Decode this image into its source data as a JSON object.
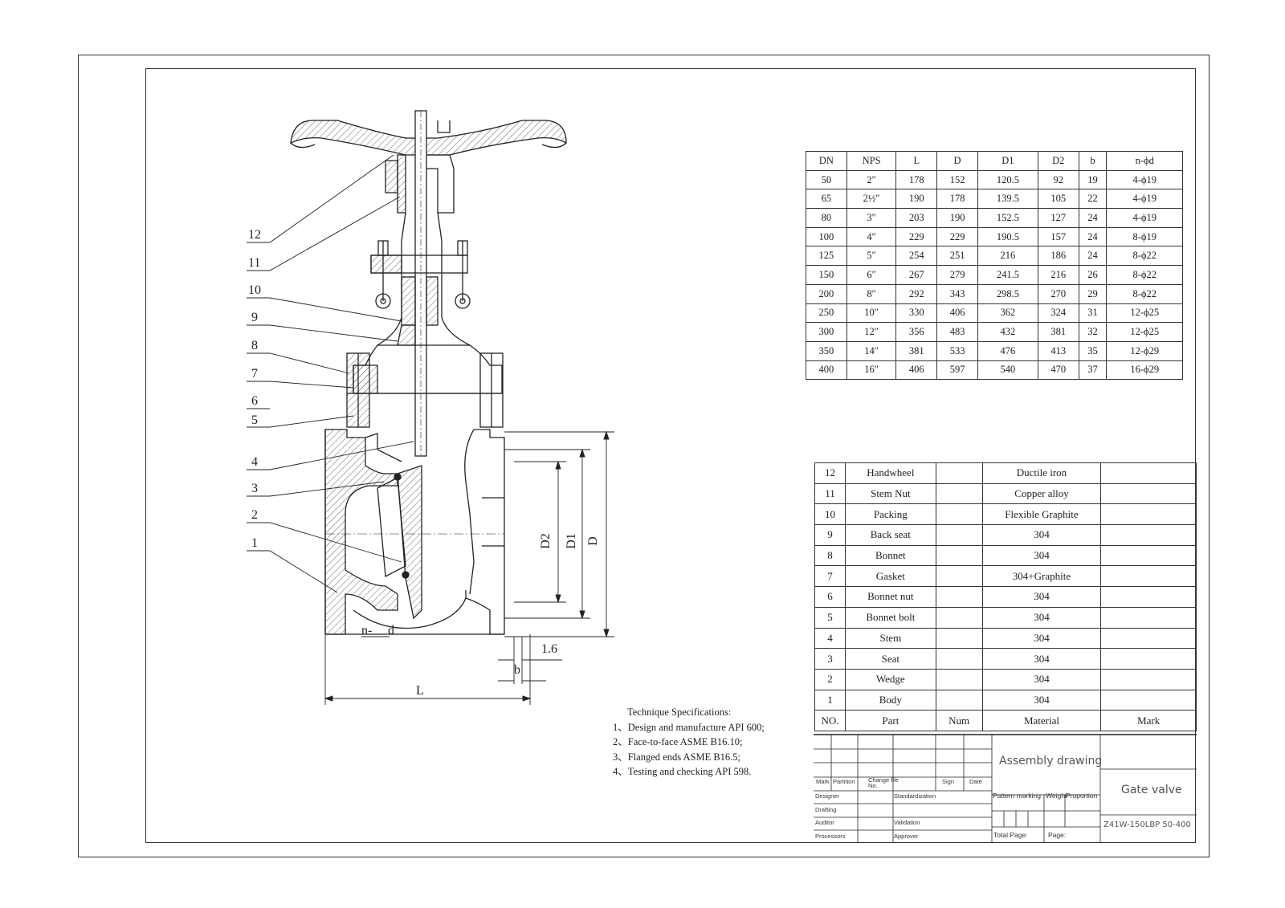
{
  "callouts": [
    "12",
    "11",
    "10",
    "9",
    "8",
    "7",
    "6",
    "5",
    "4",
    "3",
    "2",
    "1"
  ],
  "dim_labels": {
    "d2": "D2",
    "d1": "D1",
    "d": "D",
    "gasket": "1.6",
    "b": "b",
    "l": "L",
    "holes_n": "n-",
    "holes_d": "d"
  },
  "dimension_table": {
    "headers": [
      "DN",
      "NPS",
      "L",
      "D",
      "D1",
      "D2",
      "b",
      "n-ϕd"
    ],
    "rows": [
      [
        "50",
        "2″",
        "178",
        "152",
        "120.5",
        "92",
        "19",
        "4-ϕ19"
      ],
      [
        "65",
        "2½″",
        "190",
        "178",
        "139.5",
        "105",
        "22",
        "4-ϕ19"
      ],
      [
        "80",
        "3″",
        "203",
        "190",
        "152.5",
        "127",
        "24",
        "4-ϕ19"
      ],
      [
        "100",
        "4″",
        "229",
        "229",
        "190.5",
        "157",
        "24",
        "8-ϕ19"
      ],
      [
        "125",
        "5″",
        "254",
        "251",
        "216",
        "186",
        "24",
        "8-ϕ22"
      ],
      [
        "150",
        "6″",
        "267",
        "279",
        "241.5",
        "216",
        "26",
        "8-ϕ22"
      ],
      [
        "200",
        "8″",
        "292",
        "343",
        "298.5",
        "270",
        "29",
        "8-ϕ22"
      ],
      [
        "250",
        "10″",
        "330",
        "406",
        "362",
        "324",
        "31",
        "12-ϕ25"
      ],
      [
        "300",
        "12″",
        "356",
        "483",
        "432",
        "381",
        "32",
        "12-ϕ25"
      ],
      [
        "350",
        "14″",
        "381",
        "533",
        "476",
        "413",
        "35",
        "12-ϕ29"
      ],
      [
        "400",
        "16″",
        "406",
        "597",
        "540",
        "470",
        "37",
        "16-ϕ29"
      ]
    ]
  },
  "parts_table": {
    "rows": [
      [
        "12",
        "Handwheel",
        "",
        "Ductile iron",
        ""
      ],
      [
        "11",
        "Stem Nut",
        "",
        "Copper alloy",
        ""
      ],
      [
        "10",
        "Packing",
        "",
        "Flexible Graphite",
        ""
      ],
      [
        "9",
        "Back seat",
        "",
        "304",
        ""
      ],
      [
        "8",
        "Bonnet",
        "",
        "304",
        ""
      ],
      [
        "7",
        "Gasket",
        "",
        "304+Graphite",
        ""
      ],
      [
        "6",
        "Bonnet nut",
        "",
        "304",
        ""
      ],
      [
        "5",
        "Bonnet bolt",
        "",
        "304",
        ""
      ],
      [
        "4",
        "Stem",
        "",
        "304",
        ""
      ],
      [
        "3",
        "Seat",
        "",
        "304",
        ""
      ],
      [
        "2",
        "Wedge",
        "",
        "304",
        ""
      ],
      [
        "1",
        "Body",
        "",
        "304",
        ""
      ]
    ],
    "headers": [
      "NO.",
      "Part",
      "Num",
      "Material",
      "Mark"
    ]
  },
  "specs": {
    "title": "Technique Specifications:",
    "items": [
      "1、Design and manufacture API 600;",
      "2、Face-to-face ASME B16.10;",
      "3、Flanged ends ASME B16.5;",
      "4、Testing and checking API 598."
    ]
  },
  "title_block": {
    "mark": "Mark",
    "partition": "Partition",
    "change_file": "Change file No.",
    "sign": "Sign",
    "date": "Date",
    "designer": "Designer",
    "drafting": "Drafting",
    "auditor": "Auditor",
    "processors": "Processors",
    "standardization": "Standardization",
    "validation": "Validation",
    "approver": "Approver",
    "drawing_type": "Assembly drawing",
    "pattern_marking": "Pattern marking",
    "weight": "Weight",
    "proportion": "Proportion",
    "total_page": "Total Page:",
    "page": "Page:",
    "product_name": "Gate valve",
    "model": "Z41W-150LBP 50-400"
  }
}
